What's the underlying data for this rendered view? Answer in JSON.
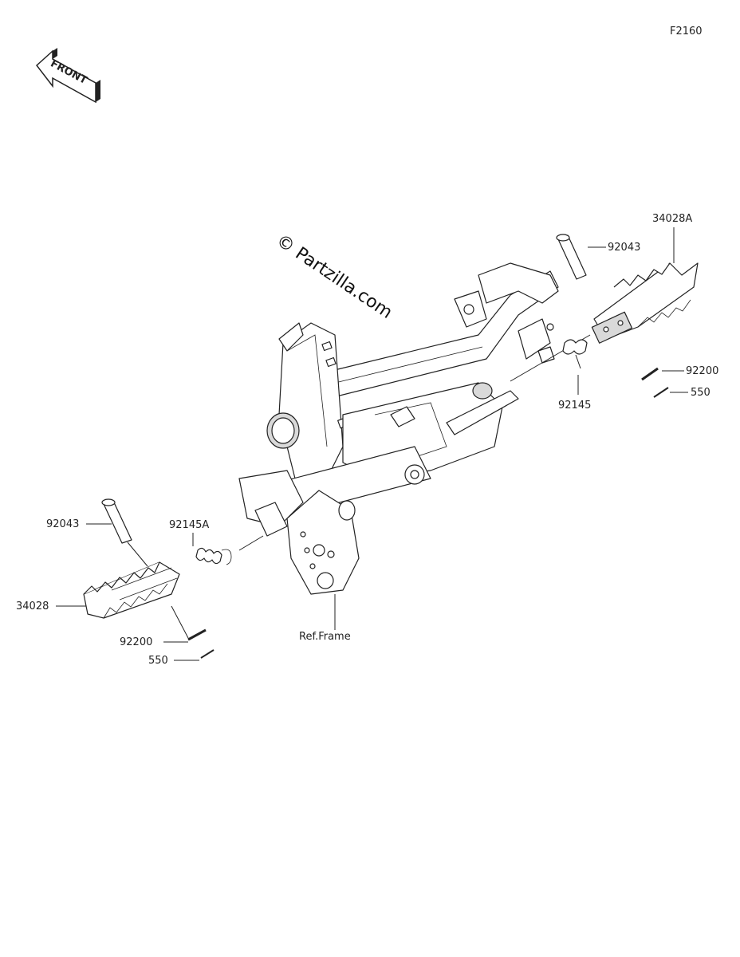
{
  "figure_code": "F2160",
  "front_arrow": "FRONT",
  "watermark": "© Partzilla.com",
  "callouts": {
    "right_footpeg": "34028A",
    "right_pin": "92043",
    "right_cotter": "92200",
    "right_washer": "550",
    "right_spring": "92145",
    "left_pin": "92043",
    "left_spring": "92145A",
    "left_footpeg": "34028",
    "left_cotter": "92200",
    "left_washer": "550",
    "frame_ref": "Ref.Frame"
  }
}
